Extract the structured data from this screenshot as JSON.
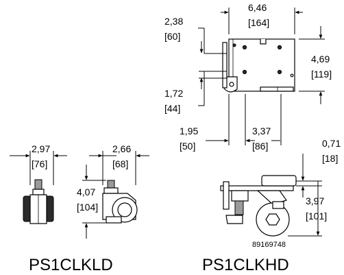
{
  "dimensions": {
    "top_width": {
      "in": "6,46",
      "mm": "[164]"
    },
    "top_left_upper": {
      "in": "2,38",
      "mm": "[60]"
    },
    "top_right_height": {
      "in": "4,69",
      "mm": "[119]"
    },
    "top_left_lower": {
      "in": "1,72",
      "mm": "[44]"
    },
    "bottom_left_offset": {
      "in": "1,95",
      "mm": "[50]"
    },
    "bottom_right_offset": {
      "in": "3,37",
      "mm": "[86]"
    },
    "ld_front_width": {
      "in": "2,97",
      "mm": "[76]"
    },
    "ld_side_width": {
      "in": "2,66",
      "mm": "[68]"
    },
    "ld_height": {
      "in": "4,07",
      "mm": "[104]"
    },
    "hd_lift": {
      "in": "0,71",
      "mm": "[18]"
    },
    "hd_height": {
      "in": "3,97",
      "mm": "[101]"
    }
  },
  "part_code": "89169748",
  "labels": {
    "left_model": "PS1CLKLD",
    "right_model": "PS1CLKHD"
  }
}
